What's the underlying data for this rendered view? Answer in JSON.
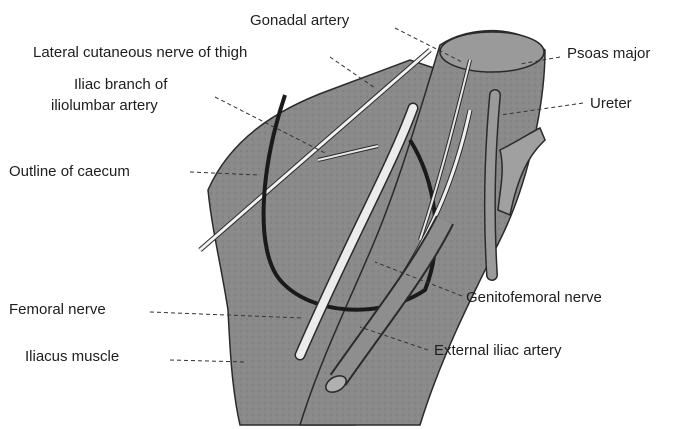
{
  "labels": {
    "gonadal_artery": "Gonadal artery",
    "lateral_cutaneous_nerve": "Lateral cutaneous nerve of thigh",
    "iliac_branch_line1": "Iliac branch of",
    "iliac_branch_line2": "iliolumbar artery",
    "outline_caecum": "Outline of caecum",
    "femoral_nerve": "Femoral nerve",
    "iliacus_muscle": "Iliacus muscle",
    "psoas_major": "Psoas major",
    "ureter": "Ureter",
    "genitofemoral_nerve": "Genitofemoral nerve",
    "external_iliac_artery": "External iliac artery"
  },
  "colors": {
    "muscle_fill": "#8a8a8a",
    "muscle_dark": "#6a6a6a",
    "outline": "#2a2a2a",
    "nerve": "#e8e8e8"
  }
}
